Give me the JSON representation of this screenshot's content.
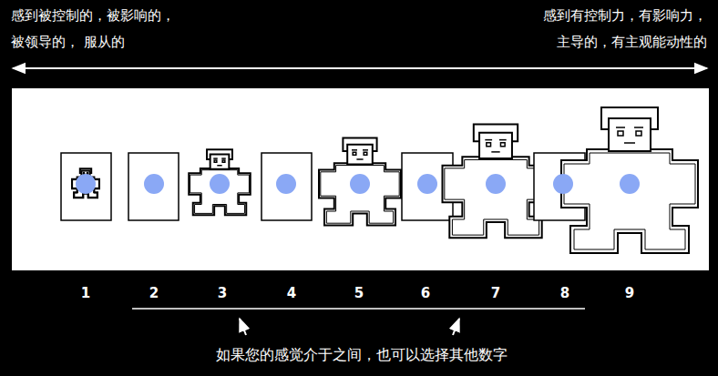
{
  "diagram": {
    "labels": [
      "感到被控制的，被影响的，",
      "被领导的， 服从的",
      "感到有控制力，有影响力，",
      "主导的，有主观能动性的",
      "1",
      "2",
      "3",
      "4",
      "5",
      "6",
      "7",
      "8",
      "9",
      "如果您的感觉介于之间，也可以选择其他数字"
    ]
  }
}
